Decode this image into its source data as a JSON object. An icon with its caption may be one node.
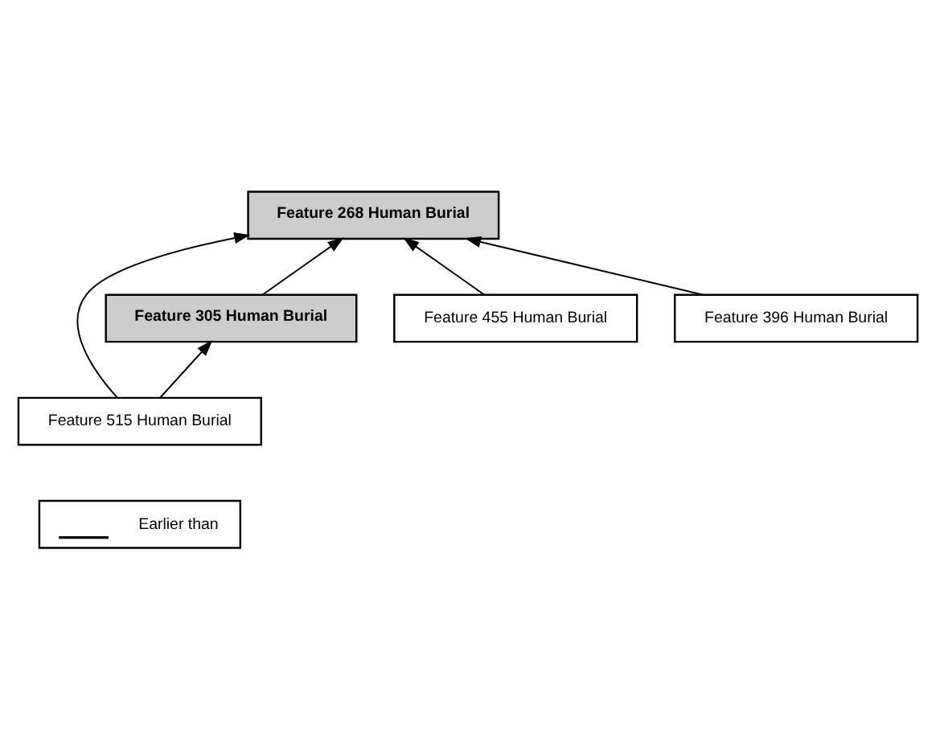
{
  "diagram": {
    "nodes": [
      {
        "text": [
          "Feature 268 Human Burial"
        ]
      },
      {
        "text": [
          "Feature 305 Human Burial"
        ]
      },
      {
        "text": [
          "Feature 455 Human Burial"
        ]
      },
      {
        "text": [
          "Feature 396 Human Burial"
        ]
      },
      {
        "text": [
          "Feature 515 Human Burial"
        ]
      }
    ],
    "edges": [
      {
        "from": 4,
        "to": 0,
        "arrow": "to"
      },
      {
        "from": 1,
        "to": 0,
        "arrow": "to"
      },
      {
        "from": 2,
        "to": 0,
        "arrow": "to"
      },
      {
        "from": 3,
        "to": 0,
        "arrow": "to"
      },
      {
        "from": 4,
        "to": 1,
        "arrow": "to"
      }
    ],
    "legend": [
      {
        "text": "Earlier than"
      }
    ]
  }
}
